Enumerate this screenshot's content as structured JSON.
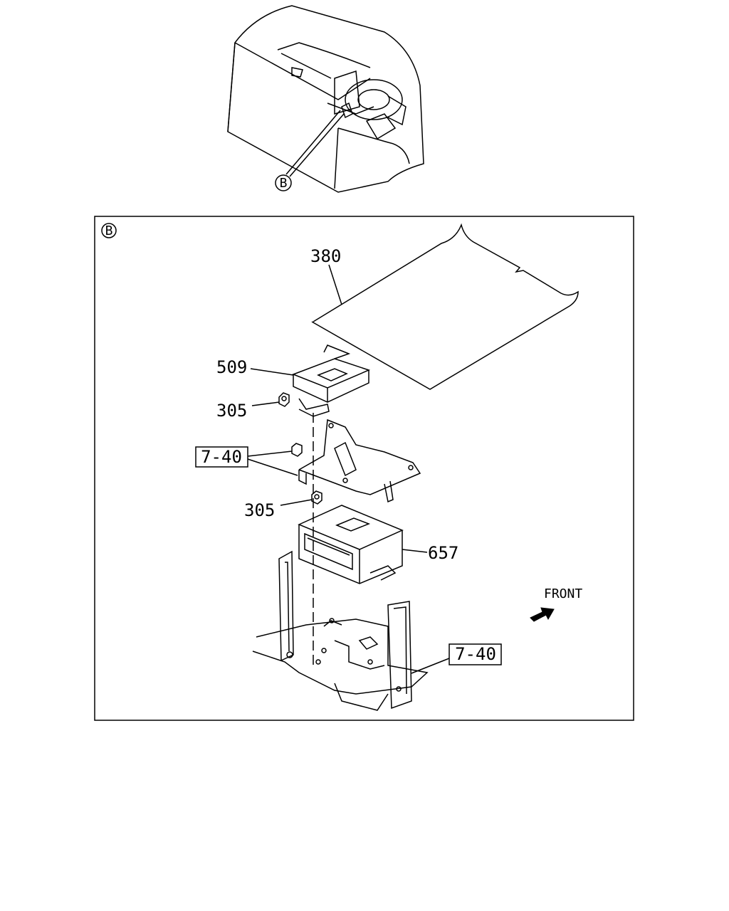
{
  "overview": {
    "callout": "B"
  },
  "detail": {
    "view_marker": "B",
    "labels": {
      "cover": "380",
      "unit_top": "509",
      "nut_upper": "305",
      "ref_upper": "7-40",
      "nut_lower": "305",
      "unit_lower": "657",
      "ref_lower": "7-40"
    },
    "direction": "FRONT"
  }
}
